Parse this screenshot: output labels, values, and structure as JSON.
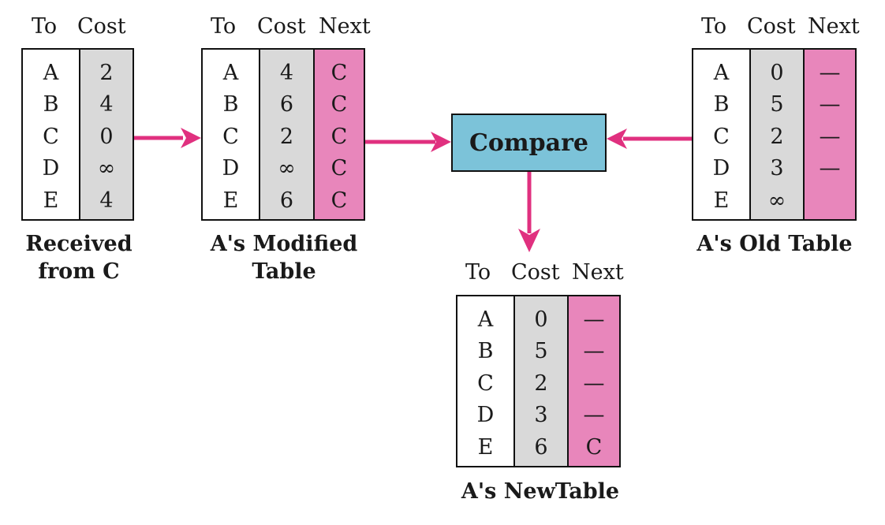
{
  "headers": {
    "to": "To",
    "cost": "Cost",
    "next": "Next"
  },
  "compare_label": "Compare",
  "colors": {
    "cost_fill": "#d9d9d9",
    "next_fill": "#e886bb",
    "compare_fill": "#7cc3d9",
    "arrow": "#e0307f"
  },
  "tables": {
    "received": {
      "caption": "Received\nfrom C",
      "to": [
        "A",
        "B",
        "C",
        "D",
        "E"
      ],
      "cost": [
        "2",
        "4",
        "0",
        "∞",
        "4"
      ]
    },
    "modified": {
      "caption": "A's Modified\nTable",
      "to": [
        "A",
        "B",
        "C",
        "D",
        "E"
      ],
      "cost": [
        "4",
        "6",
        "2",
        "∞",
        "6"
      ],
      "next": [
        "C",
        "C",
        "C",
        "C",
        "C"
      ]
    },
    "old": {
      "caption": "A's Old Table",
      "to": [
        "A",
        "B",
        "C",
        "D",
        "E"
      ],
      "cost": [
        "0",
        "5",
        "2",
        "3",
        "∞"
      ],
      "next": [
        "—",
        "—",
        "—",
        "—",
        ""
      ]
    },
    "new": {
      "caption": "A's NewTable",
      "to": [
        "A",
        "B",
        "C",
        "D",
        "E"
      ],
      "cost": [
        "0",
        "5",
        "2",
        "3",
        "6"
      ],
      "next": [
        "—",
        "—",
        "—",
        "—",
        "C"
      ]
    }
  }
}
